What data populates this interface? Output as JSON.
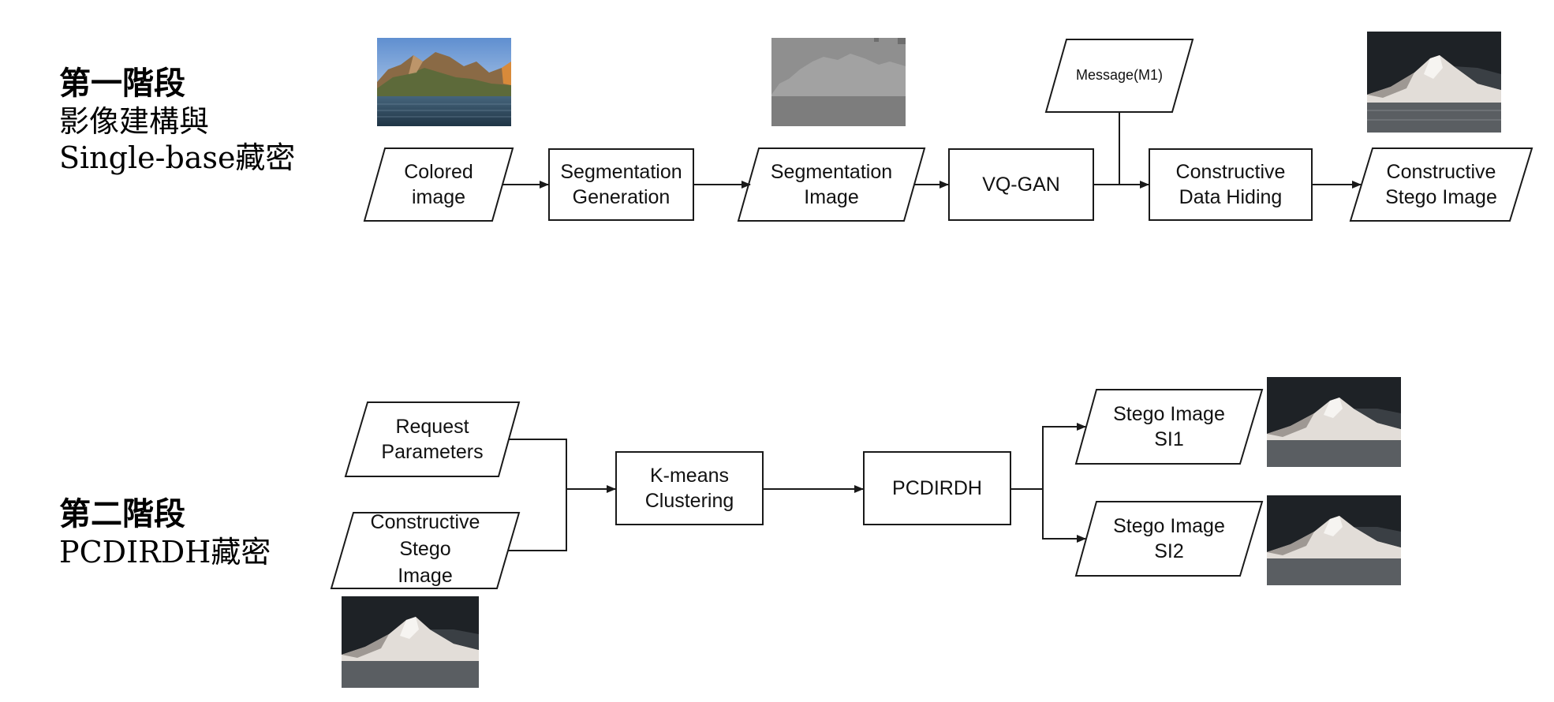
{
  "stage1": {
    "title": "第一階段",
    "line1": "影像建構與",
    "line2": "Single-base藏密"
  },
  "stage2": {
    "title": "第二階段",
    "line1": "PCDIRDH藏密"
  },
  "nodes": {
    "colored_image": "Colored\nimage",
    "segmentation_generation": "Segmentation\nGeneration",
    "segmentation_image": "Segmentation\nImage",
    "vq_gan": "VQ-GAN",
    "message_m1": "Message(M1)",
    "constructive_data_hiding": "Constructive\nData Hiding",
    "constructive_stego_image": "Constructive\nStego Image",
    "request_parameters": "Request\nParameters",
    "constructive_stego_input": "Constructive\nStego\nImage",
    "kmeans_clustering": "K-means\nClustering",
    "pcdirdh": "PCDIRDH",
    "stego_si1": "Stego Image\nSI1",
    "stego_si2": "Stego Image\nSI2"
  },
  "colors": {
    "stroke": "#1a1a1a",
    "text": "#111111",
    "background": "#ffffff"
  }
}
